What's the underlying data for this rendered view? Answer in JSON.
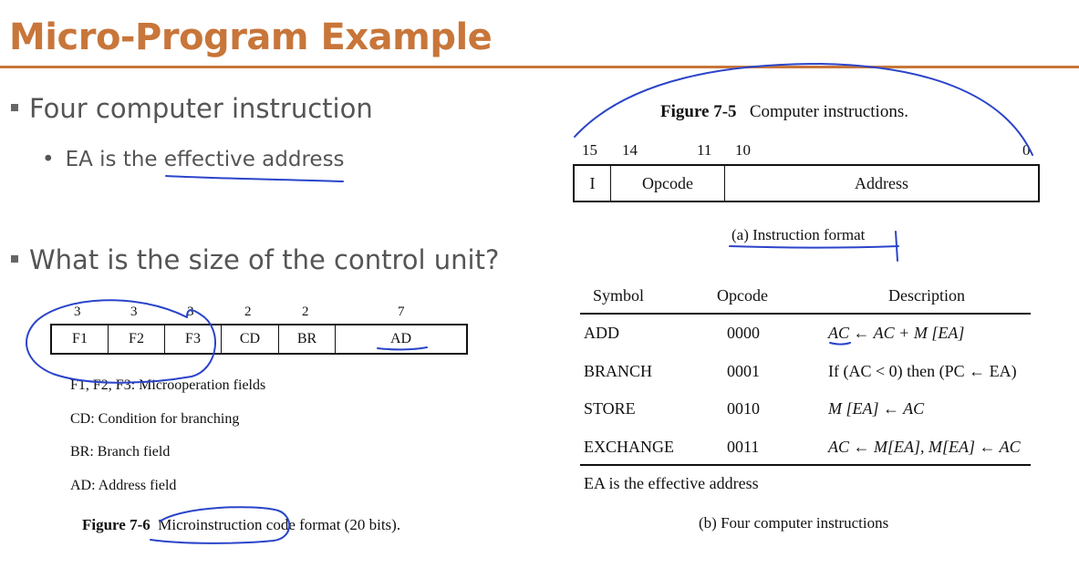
{
  "slide": {
    "title": "Micro-Program Example",
    "bullet1": "Four computer instruction",
    "bullet1_sub": "EA is the effective address",
    "bullet2": "What is the size of the control unit?"
  },
  "fig6": {
    "bit_counts": [
      "3",
      "3",
      "3",
      "2",
      "2",
      "7"
    ],
    "fields": [
      "F1",
      "F2",
      "F3",
      "CD",
      "BR",
      "AD"
    ],
    "legend": [
      "F1, F2, F3: Microoperation fields",
      "CD: Condition for branching",
      "BR: Branch field",
      "AD: Address field"
    ],
    "caption_label": "Figure 7-6",
    "caption_text": "Microinstruction code format (20 bits)."
  },
  "fig5": {
    "caption_label": "Figure 7-5",
    "caption_text": "Computer instructions.",
    "bit_positions": [
      "15",
      "14",
      "11",
      "10",
      "0"
    ],
    "format_fields": [
      "I",
      "Opcode",
      "Address"
    ],
    "sub_a": "(a) Instruction format",
    "table_headers": [
      "Symbol",
      "Opcode",
      "Description"
    ],
    "rows": [
      {
        "symbol": "ADD",
        "opcode": "0000",
        "description": "AC ← AC + M [EA]"
      },
      {
        "symbol": "BRANCH",
        "opcode": "0001",
        "description": "If (AC < 0) then (PC ← EA)"
      },
      {
        "symbol": "STORE",
        "opcode": "0010",
        "description": "M [EA] ← AC"
      },
      {
        "symbol": "EXCHANGE",
        "opcode": "0011",
        "description": "AC ← M[EA], M[EA] ← AC"
      }
    ],
    "ea_note": "EA is the effective address",
    "sub_b": "(b) Four computer instructions"
  },
  "colors": {
    "accent": "#c8763a",
    "ink": "#2b44c9"
  }
}
